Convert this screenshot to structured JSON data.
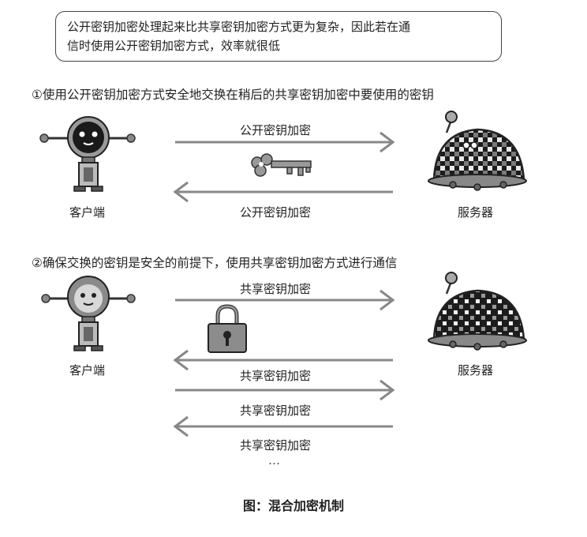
{
  "note": {
    "line1": "公开密钥加密处理起来比共享密钥加密方式更为复杂，因此若在通",
    "line2": "信时使用公开密钥加密方式，效率就很低"
  },
  "step1": {
    "title": "①使用公开密钥加密方式安全地交换在稍后的共享密钥加密中要使用的密钥",
    "client_label": "客户端",
    "server_label": "服务器",
    "arrow_top_label": "公开密钥加密",
    "arrow_bottom_label": "公开密钥加密"
  },
  "step2": {
    "title": "②确保交换的密钥是安全的前提下，使用共享密钥加密方式进行通信",
    "client_label": "客户端",
    "server_label": "服务器",
    "arrow_labels": [
      "共享密钥加密",
      "共享密钥加密",
      "共享密钥加密",
      "共享密钥加密"
    ],
    "continuation": "…"
  },
  "caption": "图：混合加密机制"
}
